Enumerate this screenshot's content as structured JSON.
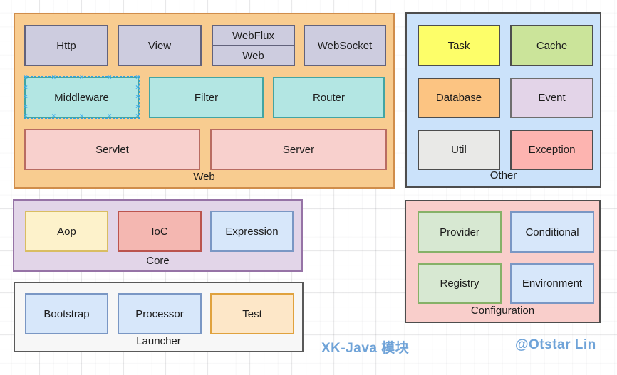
{
  "captions": {
    "title": "XK-Java 模块",
    "author": "@Otstar Lin",
    "color": "#6fa3d8"
  },
  "selection": {
    "selected_box": "Middleware",
    "handle_icon": "x-cross-connection-point",
    "handle_color": "#45b2ee"
  },
  "groups": {
    "web": {
      "label": "Web",
      "fill": "#f8cc90",
      "border": "#d08d4b",
      "boxes": {
        "http": {
          "label": "Http",
          "fill": "#cdccdf",
          "border": "#62627c"
        },
        "view": {
          "label": "View",
          "fill": "#cdccdf",
          "border": "#62627c"
        },
        "webflux": {
          "label": "WebFlux",
          "fill": "#cdccdf",
          "border": "#62627c"
        },
        "web_inner": {
          "label": "Web",
          "fill": "#cdccdf",
          "border": "#62627c"
        },
        "websocket": {
          "label": "WebSocket",
          "fill": "#cdccdf",
          "border": "#62627c"
        },
        "middleware": {
          "label": "Middleware",
          "fill": "#b3e6e3",
          "border": "#43a5a3"
        },
        "filter": {
          "label": "Filter",
          "fill": "#b3e6e3",
          "border": "#43a5a3"
        },
        "router": {
          "label": "Router",
          "fill": "#b3e6e3",
          "border": "#43a5a3"
        },
        "servlet": {
          "label": "Servlet",
          "fill": "#f8d0cd",
          "border": "#b96c62"
        },
        "server": {
          "label": "Server",
          "fill": "#f8d0cd",
          "border": "#b96c62"
        }
      }
    },
    "other": {
      "label": "Other",
      "fill": "#cbe2fa",
      "border": "#4d4d4d",
      "boxes": {
        "task": {
          "label": "Task",
          "fill": "#fdfe69",
          "border": "#4d4d4d"
        },
        "cache": {
          "label": "Cache",
          "fill": "#cbe49a",
          "border": "#4d4d4d"
        },
        "database": {
          "label": "Database",
          "fill": "#fcc482",
          "border": "#4d4d4d"
        },
        "event": {
          "label": "Event",
          "fill": "#e3d4e8",
          "border": "#6e6e6e"
        },
        "util": {
          "label": "Util",
          "fill": "#e9e9e7",
          "border": "#4d4d4d"
        },
        "exception": {
          "label": "Exception",
          "fill": "#fdb4b0",
          "border": "#4d4d4d"
        }
      }
    },
    "core": {
      "label": "Core",
      "fill": "#e2d5e8",
      "border": "#9673a6",
      "boxes": {
        "aop": {
          "label": "Aop",
          "fill": "#fdf2cb",
          "border": "#d9bd62"
        },
        "ioc": {
          "label": "IoC",
          "fill": "#f4b7b1",
          "border": "#bb544e"
        },
        "expression": {
          "label": "Expression",
          "fill": "#d7e7fa",
          "border": "#7a97c4"
        }
      }
    },
    "launcher": {
      "label": "Launcher",
      "fill": "#f7f7f7",
      "border": "#595959",
      "boxes": {
        "bootstrap": {
          "label": "Bootstrap",
          "fill": "#d7e7fa",
          "border": "#7a97c4"
        },
        "processor": {
          "label": "Processor",
          "fill": "#d7e7fa",
          "border": "#7a97c4"
        },
        "test": {
          "label": "Test",
          "fill": "#fde7c8",
          "border": "#e0a23e"
        }
      }
    },
    "configuration": {
      "label": "Configuration",
      "fill": "#f9cecb",
      "border": "#4d4d4d",
      "boxes": {
        "provider": {
          "label": "Provider",
          "fill": "#d7e8d2",
          "border": "#86b168"
        },
        "conditional": {
          "label": "Conditional",
          "fill": "#d7e7fa",
          "border": "#7a97c4"
        },
        "registry": {
          "label": "Registry",
          "fill": "#d7e8d2",
          "border": "#86b168"
        },
        "environment": {
          "label": "Environment",
          "fill": "#d7e7fa",
          "border": "#7a97c4"
        }
      }
    }
  }
}
